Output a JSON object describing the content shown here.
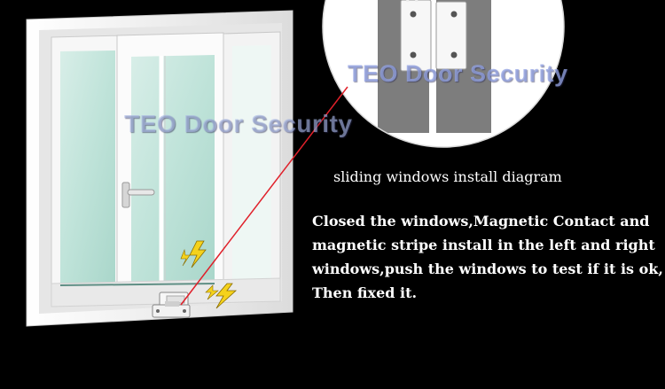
{
  "watermark": "TEO Door Security",
  "diagram_title": "sliding windows install diagram",
  "instructions": [
    "Closed the windows,Magnetic Contact and",
    "magnetic stripe install in the left and  right",
    "windows,push the windows to test if it is ok,",
    "Then fixed it."
  ],
  "colors": {
    "background": "#000000",
    "frame": "#f2f2f2",
    "glass": "#bfe3d9",
    "callout_line": "#e0202a",
    "zoom_background": "#7d7d7d",
    "sensor": "#f7f7f7",
    "text": "#ffffff",
    "lightning": "#f5d21c"
  },
  "icons": [
    "lightning-bolt-icon",
    "magnetic-contact-sensor-icon",
    "window-latch-handle-icon"
  ]
}
